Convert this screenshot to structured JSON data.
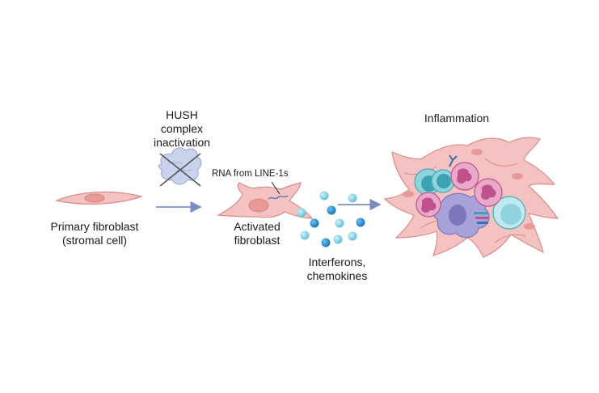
{
  "labels": {
    "primary_fibroblast": [
      "Primary fibroblast",
      "(stromal cell)"
    ],
    "hush": [
      "HUSH",
      "complex",
      "inactivation"
    ],
    "rna": "RNA from LINE-1s",
    "activated": [
      "Activated",
      "fibroblast"
    ],
    "interferons": [
      "Interferons,",
      "chemokines"
    ],
    "inflammation": "Inflammation"
  },
  "icons": {
    "primary_cell": "spindle-fibroblast-icon",
    "hush_complex": "crossed-out-protein-complex-icon",
    "activated_cell": "activated-fibroblast-icon",
    "rna": "rna-strand-icon",
    "cytokines": "cytokine-dots-icon",
    "inflammation": "immune-cell-cluster-icon",
    "arrow": "arrow-right-icon"
  },
  "colors": {
    "fibroblast_fill": "#f4c2c0",
    "fibroblast_stroke": "#d98c8a",
    "nucleus": "#e79a98",
    "arrow": "#7b8fbf",
    "protein_fill": "#c9d3ec",
    "protein_cross": "#555555",
    "cytokine_light": "#7fd0e8",
    "cytokine_dark": "#1f8fc7",
    "neutrophil": "#e9a9c8",
    "neutrophil_nucleus": "#c0508e",
    "macrophage": "#a7a3d9",
    "lymphocyte": "#8fd3dc",
    "lymphocyte_nucleus": "#3aa3b3"
  }
}
